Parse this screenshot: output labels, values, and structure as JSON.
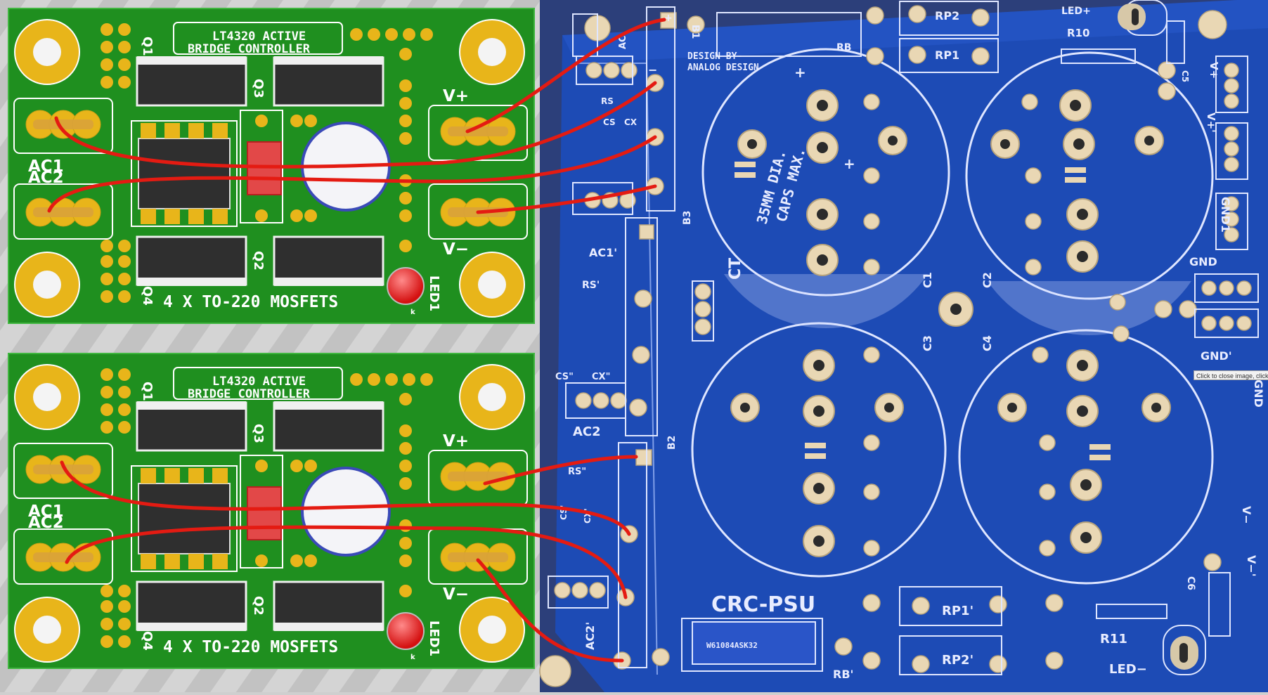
{
  "green_board": {
    "title_line1": "LT4320 ACTIVE",
    "title_line2": "BRIDGE CONTROLLER",
    "footer": "4 X TO-220 MOSFETS",
    "labels": {
      "ac1": "AC1",
      "ac2": "AC2",
      "vplus": "V+",
      "vminus": "V−",
      "q1": "Q1",
      "q2": "Q2",
      "q3": "Q3",
      "q4": "Q4",
      "led": "LED1",
      "k": "k"
    }
  },
  "blue_board": {
    "title": "CRC-PSU",
    "design_line1": "DESIGN BY-",
    "design_line2": "ANALOG DESIGN",
    "caps_line1": "35MM DIA.",
    "caps_line2": "CAPS MAX.",
    "part_marking": "W61084ASK32",
    "labels": {
      "b1": "B1",
      "b2": "B2",
      "b3": "B3",
      "rb": "RB",
      "rb2": "RB'",
      "rp1": "RP1",
      "rp2": "RP2",
      "rp1b": "RP1'",
      "rp2b": "RP2'",
      "r10": "R10",
      "r11": "R11",
      "c1": "C1",
      "c2": "C2",
      "c3": "C3",
      "c4": "C4",
      "c5": "C5",
      "c6": "C6",
      "ct": "CT",
      "led_plus": "LED+",
      "led_minus": "LED−",
      "vplus": "V+",
      "vplus2": "V+'",
      "vminus": "V−",
      "vminus2": "V−'",
      "gnd": "GND",
      "gnd1": "GND1",
      "gnd2": "GND'",
      "gnd3": "GND",
      "ac": "AC",
      "ac1b": "AC1'",
      "ac2": "AC2",
      "ac2b": "AC2'",
      "rs": "RS",
      "rs2": "RS'",
      "rs3": "RS\"",
      "cs": "CS",
      "cx": "CX",
      "cs2": "CS'",
      "cx2": "CX'",
      "cs3": "CS\"",
      "cx3": "CX\"",
      "plus": "+",
      "minus": "−"
    }
  },
  "tooltip": "Click to close image, click and drag to move",
  "colors": {
    "pcb_green": "#1f8f1f",
    "pcb_blue": "#1d4bb5",
    "pad_gold": "#e8b51a",
    "wire_red": "#e41b12"
  }
}
